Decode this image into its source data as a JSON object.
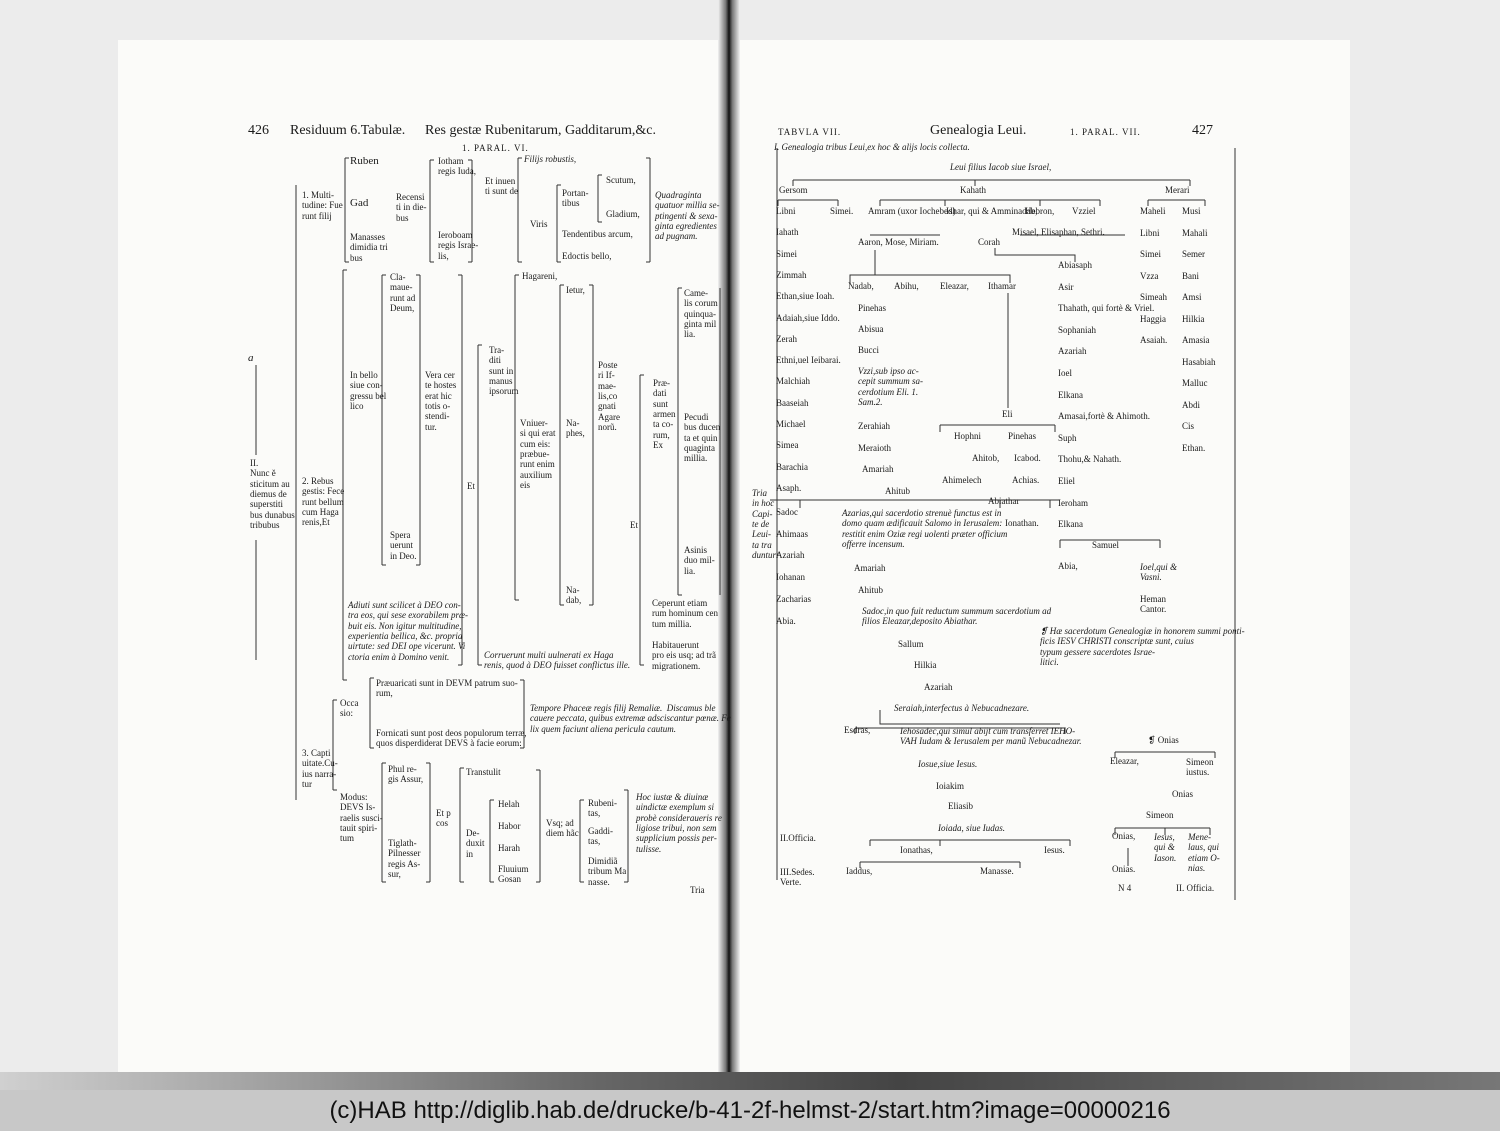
{
  "footer": {
    "text": "(c)HAB http://diglib.hab.de/drucke/b-41-2f-helmst-2/start.htm?image=00000216"
  },
  "left_page": {
    "header": {
      "page_number": "426",
      "running_title": "Residuum 6.Tabulæ.",
      "section_title": "Res gestæ Rubenitarum, Gadditarum,&c.",
      "reference": "1. PARAL. VI."
    },
    "side_mark": "a",
    "root": "II.\nNunc ĕ\nsticitum au\ndiemus de\nsuperstiti\nbus dunabus\ntribubus",
    "branch1": {
      "label": "1. Multi-\ntudine: Fue\nrunt filij",
      "tribes": [
        "Ruben",
        "Gad",
        "Manasses\ndimidia tri\nbus"
      ],
      "recensiti": "Recensi\nti in die-\nbus",
      "kings": [
        "Iotham\nregis Iuda,",
        "Ieroboam\nregis Israe-\nlis,"
      ],
      "et_inuenti": "Et inuen\nti sunt de",
      "filij": "Filijs robustis,",
      "viris": "Viris",
      "portantibus": "Portan-\ntibus",
      "weapons": [
        "Scutum,",
        "Gladium,"
      ],
      "tendentibus": "Tendentibus arcum,",
      "edoctis": "Edoctis bello,",
      "count": "Quadraginta\nquatuor millia se-\nptingenti & sexa-\nginta egredientes\nad pugnam."
    },
    "branch2": {
      "label": "2. Rebus\ngestis: Fece\nrunt bellum\ncum Haga\nrenis,Et",
      "clamauerunt": "Cla-\nmaue-\nrunt ad\nDeum,",
      "in_bello": "In bello\nsiue con-\ngressu bel\nlico",
      "vera": "Vera cer\nte hostes\nerat hic\ntotis o-\nstendi-\ntur.",
      "sperauerunt": "Spera\nuerunt\nin Deo.",
      "adiuti": "Adiuti sunt scilicet à DEO con-\ntra eos, qui sese exorabilem præ-\nbuit eis. Non igitur multitudine,\nexperientia bellica, &c. propria\nuirtute: sed DEI ope vicerunt. Vi\nctoria enim à Domino venit.",
      "traditi": "Tra-\nditi\nsunt in\nmanus\nipsorum",
      "et": "Et",
      "hagareni": "Hagareni,",
      "vniuersi": "Vniuer-\nsi qui erat\ncum eis:\nprӕbue-\nrunt enim\nauxilium\neis",
      "ietur": "Ietur,",
      "naphes": "Na-\nphes,",
      "nadab": "Na-\ndab,",
      "posteri": "Poste\nri If-\nmae-\nlis,co\ngnati\nAgare\nnorũ.",
      "praedati": "Præ-\ndati\nsunt\narmen\nta co-\nrum,\nEx",
      "cameli": "Came-\nlis corum\nquinqua-\nginta mil\nlia.",
      "pecudibus": "Pecudi\nbus ducen\nta et quin\nquaginta\nmillia.",
      "asinis": "Asinis\nduo mil-\nlia.",
      "et2": "Et",
      "ceperunt": "Ceperunt etiam\nrum hominum cen\ntum millia.",
      "corruerunt": "Corruerunt multi uulnerati ex Haga\nrenis, quod à DEO fuisset conflictus ille.",
      "habitauerunt": "Habitauerunt\npro eis usq; ad trã\nmigrationem."
    },
    "branch3": {
      "label": "3. Capti\nuitate.Cu-\nius narra-\ntur",
      "occasio": "Occa\nsio:",
      "praeuaricati": "Præuaricati sunt in DEVM patrum suo-\nrum,",
      "fornicati": "Fornicati sunt post deos populorum terræ,\nquos disperdiderat DEVS à facie eorum:",
      "tempore": "Tempore Phaceæ regis filij Remaliæ.  Discamus ble\ncauere peccata, quibus extremæ adsciscantur pœnæ. Fe\nlix quem faciunt aliena pericula cautum.",
      "modus": "Modus:\nDEVS Is-\nraelis susci-\ntauit spiri-\ntum",
      "phul": "Phul re-\ngis Assur,",
      "tiglath": "Tiglath-\nPilnesser\nregis As-\nsur,",
      "et_post": "Et p\ncos",
      "transtulit": "Transtulit",
      "deduxit": "De-\nduxit\nin",
      "places": [
        "Helah",
        "Habor",
        "Harah",
        "Fluuium\nGosan"
      ],
      "vsque": "Vsq; ad\ndiem hãc",
      "tribes": [
        "Rubeni-\ntas,",
        "Gaddi-\ntas,",
        "Dimidiã\ntribum Ma\nnasse."
      ],
      "hoc": "Hoc iustæ & diuinæ\nuindictæ exemplum si\nprobè consideraueris re\nligiose tribui, non sem\nsupplicium possis per-\ntulisse."
    },
    "catchword": "Tria"
  },
  "right_page": {
    "header": {
      "label": "TABVLA VII.",
      "title": "Genealogia Leui.",
      "reference": "1. PARAL. VII.",
      "page_number": "427"
    },
    "section_label": "I. Genealogia tribus Leui,ex hoc & alijs locis collecta.",
    "root": "Leui filius Iacob siue Israel,",
    "sons": [
      "Gersom",
      "Kahath",
      "Merari"
    ],
    "gersom_col": [
      "Libni",
      "Iahath",
      "Simei",
      "Zimmah",
      "Ethan,siue Ioah.",
      "Adaiah,siue Iddo.",
      "Zerah",
      "Ethni,uel Ieibarai.",
      "Malchiah",
      "Baaseiah",
      "Michael",
      "Simea",
      "Barachia",
      "Asaph."
    ],
    "simei": "Simei.",
    "kahath_sons": [
      "Amram (uxor Iochebed)",
      "Ishar, qui & Amminadab,",
      "Hebron,",
      "Vzziel"
    ],
    "vzziel_sons": "Misael, Elisaphan, Sethri.",
    "amram_children": "Aaron, Mose, Miriam.",
    "corah": "Corah",
    "aaron_sons": [
      "Nadab,",
      "Abihu,",
      "Eleazar,",
      "Ithamar"
    ],
    "eleazar_line": [
      "Pinehas",
      "Abisua",
      "Bucci"
    ],
    "vzzi": "Vzzi,sub ipso ac-\ncepit summum sa-\ncerdotium Eli. 1.\nSam.2.",
    "eleazar_line2": [
      "Zerahiah",
      "Meraioth",
      "Amariah",
      "Ahitub"
    ],
    "eli": "Eli",
    "eli_sons": [
      "Hophni",
      "Pinehas"
    ],
    "pinehas_sons": [
      "Ahitob,",
      "Icabod."
    ],
    "ahimelech": [
      "Ahimelech",
      "Achias."
    ],
    "abiathar": "Abiathar",
    "ionathan": "Ionathan.",
    "azarias_note": "Azarias,qui sacerdotio strenuè functus est in\ndomo quam ædificauit Salomo in Ierusalem:\nrestitit enim Oziæ regi uolenti præter officium\nofferre incensum.",
    "tria_note": "Tria\nin hoc\nCapi-\nte de\nLeui-\nta tra\nduntur:",
    "sadoc_col": [
      "Sadoc",
      "Ahimaas",
      "Azariah",
      "Iohanan",
      "Zacharias",
      "Abia."
    ],
    "amariah2": [
      "Amariah",
      "Ahitub"
    ],
    "sadoc_note": "Sadoc,in quo fuit reductum summum sacerdotium ad\nfilios Eleazar,deposito Abiathar.",
    "sallum_line": [
      "Sallum",
      "Hilkia",
      "Azariah"
    ],
    "seraiah": "Seraiah,interfectus à Nebucadnezare.",
    "esdras": "Esdras,",
    "iehosadec": "Iehosadec,qui simul abijt cum transferret IEHO-\nVAH Iudam & Ierusalem per manũ Nebucadnezar.",
    "iosue_line": [
      "Iosue,siue Iesus.",
      "Ioiakim",
      "Eliasib"
    ],
    "ioiada": "Ioiada, siue Iudas.",
    "ionathas": "Ionathas,",
    "iesus": "Iesus.",
    "iaddus": "Iaddus,",
    "manasse": "Manasse.",
    "officia_label": "II.Officia.",
    "sedes_label": "III.Sedes.\nVerte.",
    "ishar_col": [
      "Abiasaph",
      "Asir",
      "Thahath, qui fortè & Vriel.",
      "Sophaniah",
      "Azariah",
      "Ioel",
      "Elkana",
      "Amasai,fortè & Ahimoth.",
      "Suph",
      "Thohu,& Nahath.",
      "Eliel",
      "Ieroham",
      "Elkana"
    ],
    "samuel": "Samuel",
    "samuel_sons": [
      "Abia,",
      "Ioel,qui &\nVasni."
    ],
    "heman": "Heman\nCantor.",
    "merari_col1": [
      "Maheli",
      "Libni",
      "Simei",
      "Vzza",
      "Simeah",
      "Haggia",
      "Asaiah."
    ],
    "merari_col2": [
      "Musi",
      "Mahali",
      "Semer",
      "Bani",
      "Amsi",
      "Hilkia",
      "Amasia",
      "Hasabiah",
      "Malluc",
      "Abdi",
      "Cis",
      "Ethan."
    ],
    "hae_note": "❡ Hæ sacerdotum Genealogiæ in honorem summi ponti-\nficis IESV CHRISTI conscriptæ sunt, cuius\ntypum gessere sacerdotes Israe-\nlitici.",
    "onias_title": "❡ Onias",
    "onias_tree": [
      "Eleazar,",
      "Simeon\niustus.",
      "Onias",
      "Simeon"
    ],
    "onias_sons": [
      "Onias,",
      "Iesus,\nqui &\nIason.",
      "Mene-\nlaus, qui\netiam O-\nnias."
    ],
    "onias_last": "Onias.",
    "signature": "N 4",
    "catchword": "II. Officia."
  }
}
